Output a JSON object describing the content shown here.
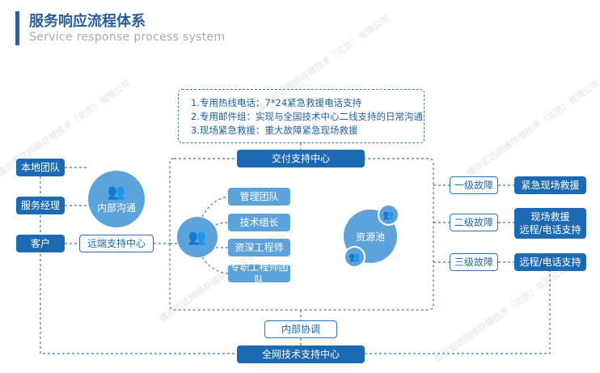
{
  "header": {
    "title": "服务响应流程体系",
    "subtitle": "Service response process system"
  },
  "notes": [
    "1.专用热线电话：7*24紧急救援电话支持",
    "2.专用邮件组：实现与全国技术中心二线支持的日常沟通",
    "3.现场紧急救援：重大故障紧急现场救援"
  ],
  "delivery_center": "交付支持中心",
  "left": {
    "local_team": "本地团队",
    "service_manager": "服务经理",
    "customer": "客户",
    "internal_comm": "内部沟通",
    "remote_center": "远端支持中心"
  },
  "teams": [
    "管理团队",
    "技术组长",
    "资深工程师",
    "专职工程师团队"
  ],
  "resource_pool": "资源池",
  "faults": [
    {
      "level": "一级故障",
      "action": "紧急现场救援"
    },
    {
      "level": "二级故障",
      "action": "现场救援",
      "action2": "远程/电话支持"
    },
    {
      "level": "三级故障",
      "action": "远程/电话支持"
    }
  ],
  "internal_coord": "内部协调",
  "national_center": "全网技术支持中心",
  "watermark": "值亦宏达网络存储技术（北京）有限公司",
  "colors": {
    "dark": "#1d6ab4",
    "light": "#5da3db",
    "title": "#2a5d9f"
  }
}
